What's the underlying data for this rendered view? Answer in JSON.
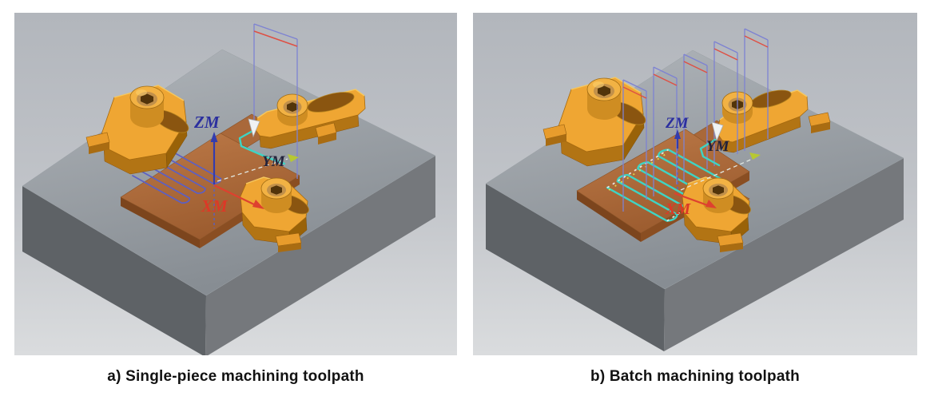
{
  "panels": [
    {
      "caption": "a) Single-piece machining toolpath",
      "axis": {
        "z": "ZM",
        "y": "YM",
        "x": "XM"
      }
    },
    {
      "caption": "b) Batch machining toolpath",
      "axis": {
        "z": "ZM",
        "y": "YM",
        "x": "XM"
      }
    }
  ],
  "colors": {
    "z_axis_label": "#2b2f9e",
    "x_axis": "#dc3927",
    "y_axis_label": "#22223a",
    "single_piece_toolpath_blue": "#5b5fc5",
    "batch_toolpath_cyan": "#3ed4c4",
    "retract_line_blue": "#7d82d2",
    "rapid_traverse_red": "#de5044",
    "clamp_orange": "#efa633",
    "workpiece_copper": "#b3703f",
    "stock_gray": "#9aa0a6",
    "viewport_background": "#bfc3c8"
  }
}
